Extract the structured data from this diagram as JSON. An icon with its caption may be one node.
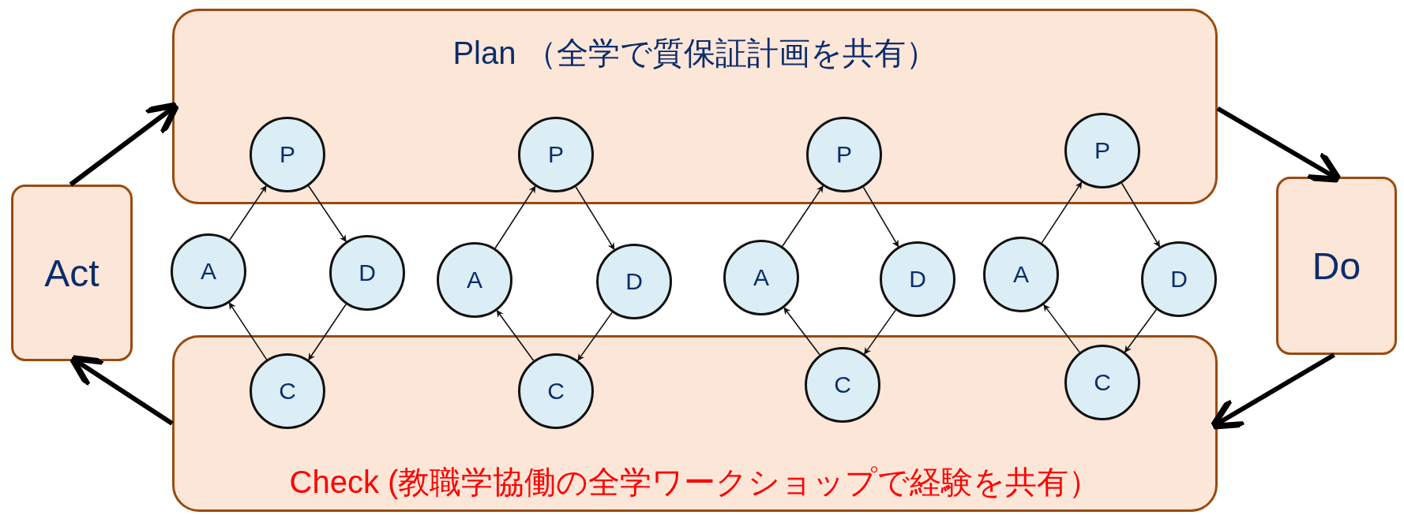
{
  "diagram": {
    "nodes": [
      {
        "text": [
          "Plan （全学で質保証計画を共有）"
        ]
      },
      {
        "text": [
          "P"
        ],
        "in": 0
      },
      {
        "text": [
          "P"
        ],
        "in": 0
      },
      {
        "text": [
          "P"
        ],
        "in": 0
      },
      {
        "text": [
          "P"
        ],
        "in": 0
      },
      {
        "text": [
          "Act"
        ]
      },
      {
        "text": [
          "A"
        ]
      },
      {
        "text": [
          "D"
        ]
      },
      {
        "text": [
          "A"
        ]
      },
      {
        "text": [
          "D"
        ]
      },
      {
        "text": [
          "A"
        ]
      },
      {
        "text": [
          "D"
        ]
      },
      {
        "text": [
          "A"
        ]
      },
      {
        "text": [
          "D"
        ]
      },
      {
        "text": [
          "Do"
        ]
      },
      {
        "text": [
          "Check (教職学協働の全学ワークショップで経験を共有）"
        ]
      },
      {
        "text": [
          "C"
        ],
        "in": 15
      },
      {
        "text": [
          "C"
        ],
        "in": 15
      },
      {
        "text": [
          "C"
        ],
        "in": 15
      },
      {
        "text": [
          "C"
        ],
        "in": 15
      }
    ],
    "edges": [
      {
        "from": 5,
        "to": 0,
        "arrow": "to",
        "style": "thick"
      },
      {
        "from": 0,
        "to": 14,
        "arrow": "to",
        "style": "thick"
      },
      {
        "from": 14,
        "to": 15,
        "arrow": "to",
        "style": "thick"
      },
      {
        "from": 15,
        "to": 5,
        "arrow": "to",
        "style": "thick"
      },
      {
        "from": 6,
        "to": 1,
        "arrow": "to"
      },
      {
        "from": 1,
        "to": 7,
        "arrow": "to"
      },
      {
        "from": 7,
        "to": 16,
        "arrow": "to"
      },
      {
        "from": 16,
        "to": 6,
        "arrow": "to"
      },
      {
        "from": 8,
        "to": 2,
        "arrow": "to"
      },
      {
        "from": 2,
        "to": 9,
        "arrow": "to"
      },
      {
        "from": 9,
        "to": 17,
        "arrow": "to"
      },
      {
        "from": 17,
        "to": 8,
        "arrow": "to"
      },
      {
        "from": 10,
        "to": 3,
        "arrow": "to"
      },
      {
        "from": 3,
        "to": 11,
        "arrow": "to"
      },
      {
        "from": 11,
        "to": 18,
        "arrow": "to"
      },
      {
        "from": 18,
        "to": 10,
        "arrow": "to"
      },
      {
        "from": 12,
        "to": 4,
        "arrow": "to"
      },
      {
        "from": 4,
        "to": 13,
        "arrow": "to"
      },
      {
        "from": 13,
        "to": 19,
        "arrow": "to"
      },
      {
        "from": 19,
        "to": 12,
        "arrow": "to"
      }
    ]
  }
}
